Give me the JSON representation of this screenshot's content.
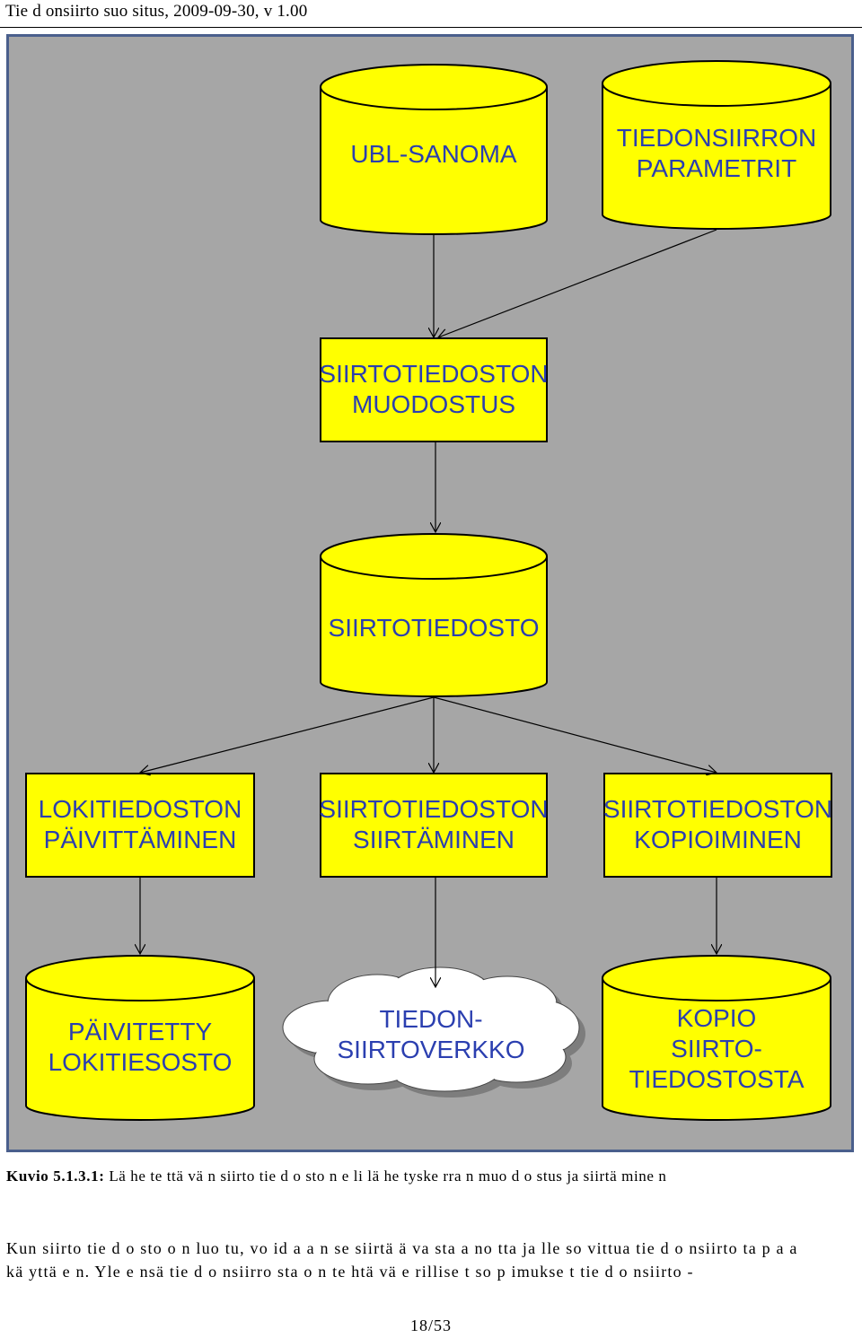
{
  "header": {
    "title": "Tie d onsiirto suo situs, 2009-09-30, v 1.00"
  },
  "diagram": {
    "fill_color": "#ffff00",
    "text_color": "#2b3fb0",
    "background_color": "#a6a6a6",
    "border_color": "#4a5f8c",
    "nodes": {
      "ubl_sanoma": "UBL-SANOMA",
      "tiedonsiirron_parametrit": "TIEDONSIIRRON\nPARAMETRIT",
      "siirtotiedoston_muodostus": "SIIRTOTIEDOSTON\nMUODOSTUS",
      "siirtotiedosto": "SIIRTOTIEDOSTO",
      "lokitiedoston_paivittaminen": "LOKITIEDOSTON\nPÄIVITTÄMINEN",
      "siirtotiedoston_siirtaminen": "SIIRTOTIEDOSTON\nSIIRTÄMINEN",
      "siirtotiedoston_kopioiminen": "SIIRTOTIEDOSTON\nKOPIOIMINEN",
      "paivitetty_lokitiesosto": "PÄIVITETTY\nLOKITIESOSTO",
      "tiedonsiirtoverkko": "TIEDON-\nSIIRTOVERKKO",
      "kopio_siirtotiedostosta": "KOPIO\nSIIRTO-\nTIEDOSTOSTA"
    }
  },
  "caption": {
    "label": "Kuvio 5.1.3.1:",
    "text": " Lä he te ttä vä n siirto tie d o sto n e li lä he tyske rra n muo d o stus ja siirtä mine n"
  },
  "paragraph": {
    "line1": "Kun siirto tie d o sto o n luo tu, vo id a a n se siirtä ä va sta a no tta ja lle so vittua tie d o nsiirto ta p a a",
    "line2": "kä yttä e n. Yle e nsä tie d o nsiirro sta o n te htä vä e rillise t so p imukse t tie d o nsiirto -"
  },
  "page": {
    "number": "18/53"
  }
}
